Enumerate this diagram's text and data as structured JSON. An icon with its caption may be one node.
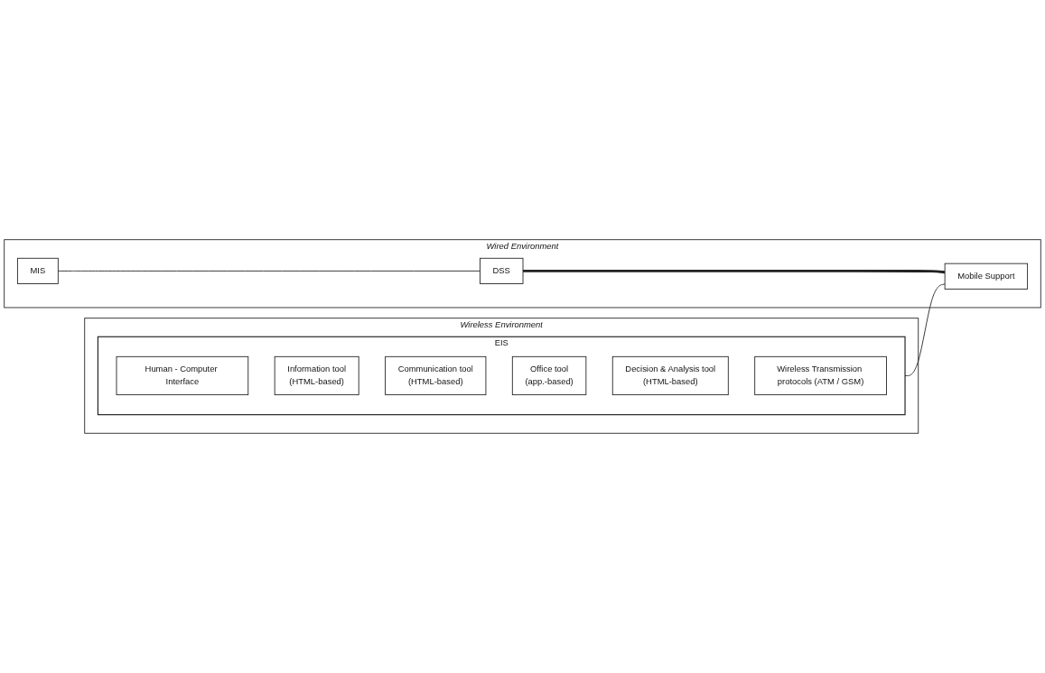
{
  "diagram": {
    "nodes": [
      {
        "text": [
          "Wireless Environment"
        ]
      },
      {
        "text": [
          "EIS"
        ],
        "in": 0
      },
      {
        "text": [
          "Human - Computer Interface"
        ],
        "in": 1
      },
      {
        "text": [
          "Information tool",
          "(HTML-based)"
        ],
        "in": 1
      },
      {
        "text": [
          "Communication tool",
          "(HTML-based)"
        ],
        "in": 1
      },
      {
        "text": [
          "Office tool",
          "(app.-based)"
        ],
        "in": 1
      },
      {
        "text": [
          "Decision & Analysis tool",
          "(HTML-based)"
        ],
        "in": 1
      },
      {
        "text": [
          "Wireless Transmission protocols (ATM / GSM)"
        ],
        "in": 1
      },
      {
        "text": [
          "Wired Environment"
        ]
      },
      {
        "text": [
          "MIS"
        ],
        "in": 8
      },
      {
        "text": [
          "DSS"
        ],
        "in": 8
      },
      {
        "text": [
          "Mobile Support"
        ],
        "in": 8
      }
    ],
    "edges": [
      {
        "from": 9,
        "to": 10,
        "arrow": "none"
      },
      {
        "from": 10,
        "to": 11,
        "arrow": "none",
        "style": "thick"
      },
      {
        "from": 1,
        "to": 11,
        "arrow": "none"
      }
    ]
  }
}
